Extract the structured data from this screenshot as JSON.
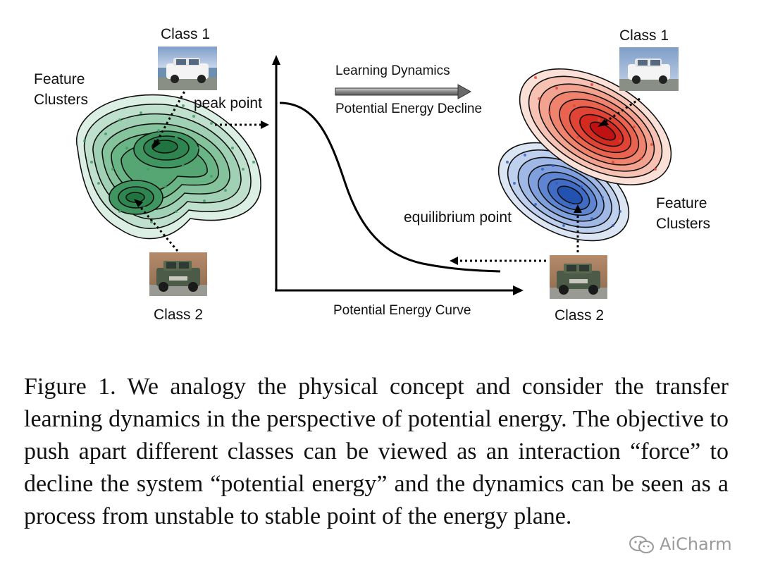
{
  "figure": {
    "left_panel": {
      "class1_label": "Class 1",
      "class2_label": "Class 2",
      "clusters_label_line1": "Feature",
      "clusters_label_line2": "Clusters"
    },
    "curve_panel": {
      "peak_label": "peak point",
      "equilibrium_label": "equilibrium point",
      "axis_caption": "Potential Energy Curve",
      "dynamics_label": "Learning Dynamics",
      "decline_label": "Potential Energy Decline"
    },
    "right_panel": {
      "class1_label": "Class 1",
      "class2_label": "Class 2",
      "clusters_label_line1": "Feature",
      "clusters_label_line2": "Clusters"
    },
    "colors": {
      "green_cluster": "#1e8a4a",
      "red_cluster": "#e0271a",
      "blue_cluster": "#1f55c8"
    }
  },
  "caption": "Figure 1. We analogy the physical concept and consider the transfer learning dynamics in the perspective of potential energy. The objective to push apart different classes can be viewed as an interaction “force” to decline the system “potential energy” and the dynamics can be seen as a process from unstable to stable point of the energy plane.",
  "watermark": "AiCharm"
}
